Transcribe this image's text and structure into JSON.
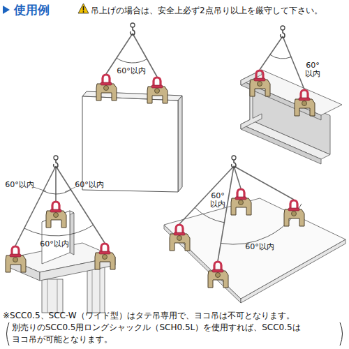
{
  "diagram": {
    "title": "使用例",
    "labels": [
      "吊上げの場合は、安全上必ず2点吊り以上を厳守して下さい。",
      "60°以内",
      "60° 以内",
      "60°以内",
      "60°以内",
      "60°以内",
      "60° 以内",
      "60°以内",
      "※SCC0.5、SCC-W（ワイド型）はタテ吊専用で、ヨコ吊は不可となります。",
      "別売りのSCC0.5用ロングシャックル（SCH0.5L）を使用すれば、SCC0.5は ヨコ吊が可能となります。"
    ]
  }
}
